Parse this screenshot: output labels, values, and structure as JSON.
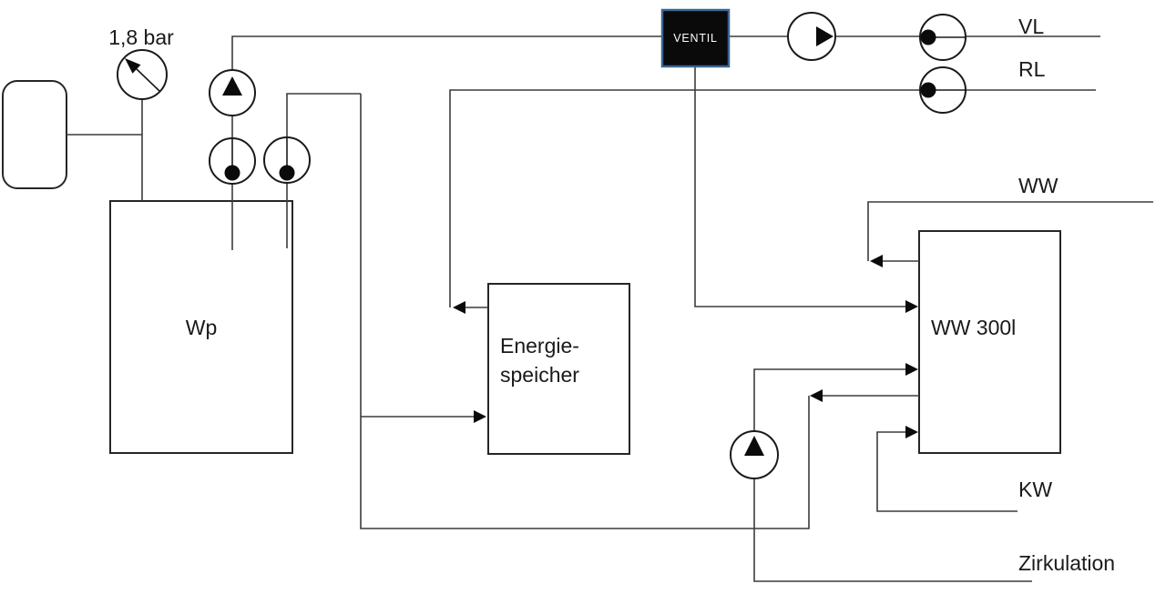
{
  "diagram": {
    "gauge": {
      "label": "1,8 bar"
    },
    "valve_unit": {
      "label": "VENTIL"
    },
    "boxes": {
      "heat_pump": "Wp",
      "energy_storage_line1": "Energie-",
      "energy_storage_line2": "speicher",
      "hot_water_tank": "WW 300l"
    },
    "lines": {
      "supply": "VL",
      "return": "RL",
      "hot_water": "WW",
      "cold_water": "KW",
      "circulation": "Zirkulation"
    },
    "colors": {
      "pipe": "#3c3c3c",
      "outline": "#1a1a1a",
      "box_border": "#262626",
      "ventil_fill": "#0a0a0a",
      "ventil_border": "#3b6592",
      "ventil_text": "#ffffff"
    }
  }
}
